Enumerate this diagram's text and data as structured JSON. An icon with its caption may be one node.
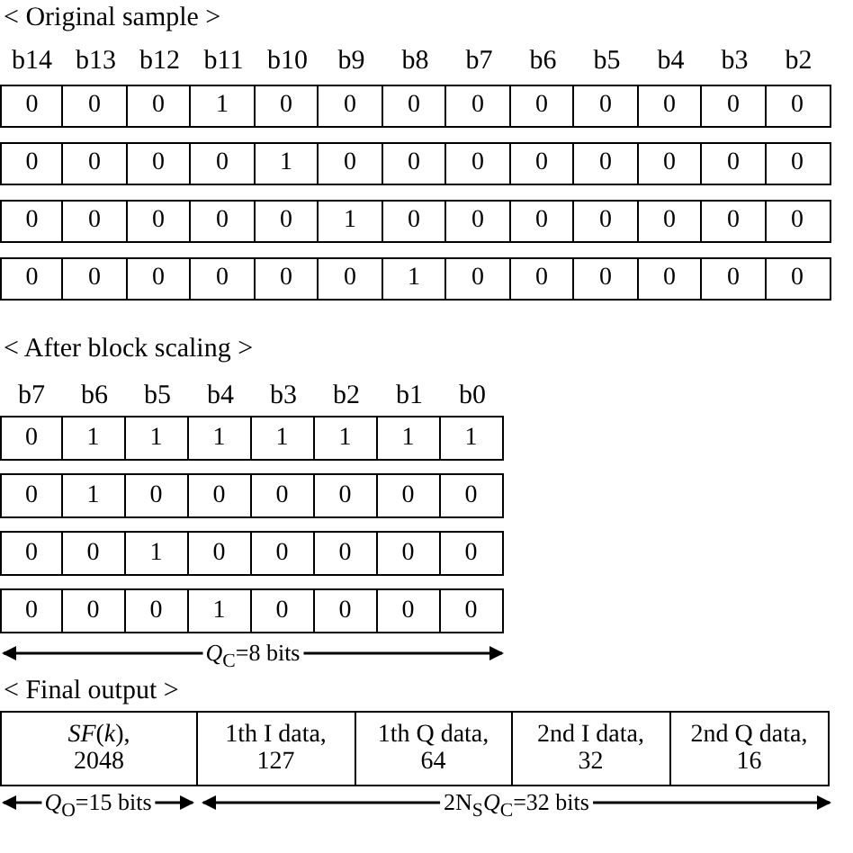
{
  "diagram": {
    "labels": [
      "< Original sample >",
      "b14",
      "b13",
      "b12",
      "b11",
      "b10",
      "b9",
      "b8",
      "b7",
      "b6",
      "b5",
      "b4",
      "b3",
      "b2",
      "0",
      "0",
      "0",
      "1",
      "0",
      "0",
      "0",
      "0",
      "0",
      "0",
      "0",
      "0",
      "0",
      "0",
      "0",
      "0",
      "0",
      "1",
      "0",
      "0",
      "0",
      "0",
      "0",
      "0",
      "0",
      "0",
      "0",
      "0",
      "0",
      "0",
      "0",
      "1",
      "0",
      "0",
      "0",
      "0",
      "0",
      "0",
      "0",
      "0",
      "0",
      "0",
      "0",
      "0",
      "0",
      "1",
      "0",
      "0",
      "0",
      "0",
      "0",
      "0",
      "< After block scaling >",
      "b7",
      "b6",
      "b5",
      "b4",
      "b3",
      "b2",
      "b1",
      "b0",
      "0",
      "1",
      "1",
      "1",
      "1",
      "1",
      "1",
      "1",
      "0",
      "1",
      "0",
      "0",
      "0",
      "0",
      "0",
      "0",
      "0",
      "0",
      "1",
      "0",
      "0",
      "0",
      "0",
      "0",
      "0",
      "0",
      "0",
      "1",
      "0",
      "0",
      "0",
      "0",
      "*Q*$_{C}$=8 bits",
      "< Final output >",
      "*SF*(*k*), 2048",
      "1th I data, 127",
      "1th Q data, 64",
      "2nd I data, 32",
      "2nd Q data, 16",
      "*Q*$_{O}$=15 bits",
      "2N$_{S}$*Q*$_{C}$=32 bits"
    ]
  }
}
